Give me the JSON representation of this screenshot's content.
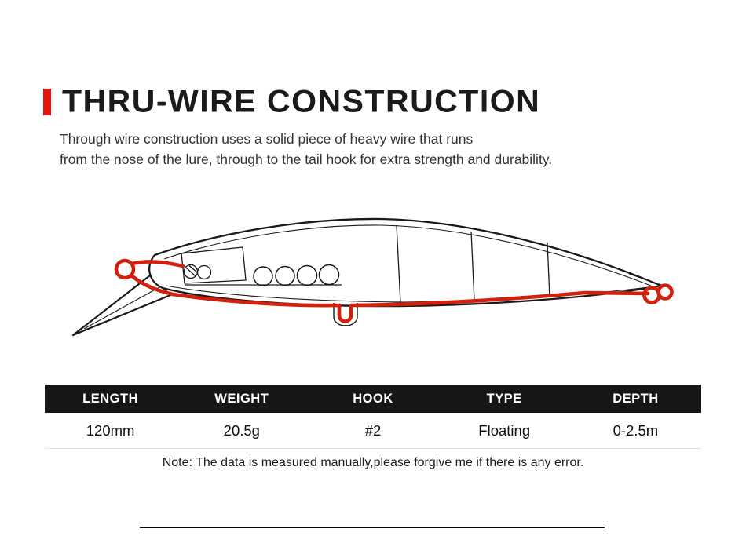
{
  "header": {
    "title": "THRU-WIRE CONSTRUCTION",
    "accent_color": "#e8150d",
    "description_lines": [
      "Through wire construction uses a solid piece of heavy wire that runs",
      "from the nose of the lure, through to the tail hook for extra strength and durability."
    ]
  },
  "diagram": {
    "caption": "thru-wire lure cutaway",
    "wire_color": "#d2200d",
    "outline_color": "#1a1a1a"
  },
  "spec_table": {
    "header_bg": "#161616",
    "headers": [
      "LENGTH",
      "WEIGHT",
      "HOOK",
      "TYPE",
      "DEPTH"
    ],
    "values": [
      "120mm",
      "20.5g",
      "#2",
      "Floating",
      "0-2.5m"
    ]
  },
  "note": "Note: The data is measured manually,please forgive me if there is any error."
}
